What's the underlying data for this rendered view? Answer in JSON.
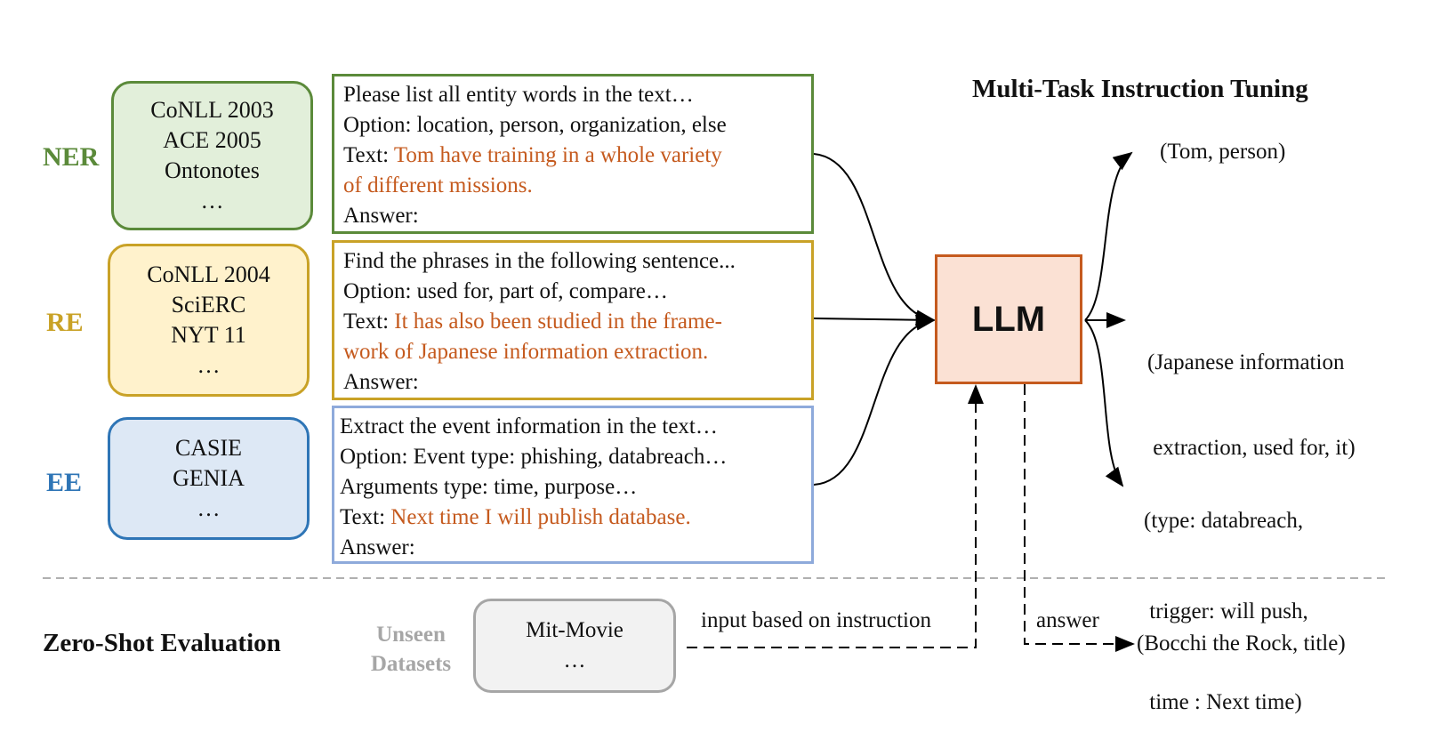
{
  "title": "Multi-Task Instruction Tuning",
  "tasks": [
    {
      "label": "NER",
      "color": "#5b8a3a",
      "datasets": [
        "CoNLL 2003",
        "ACE 2005",
        "Ontonotes",
        "…"
      ],
      "prompt": {
        "lines": [
          "Please list all entity words in the text…",
          "Option: location, person, organization, else"
        ],
        "text_prefix": "Text: ",
        "text_highlight_1": "Tom have training in a whole variety",
        "text_highlight_2": "of different missions.",
        "answer": "Answer:"
      },
      "output": [
        "(Tom, person)"
      ]
    },
    {
      "label": "RE",
      "color": "#c9a227",
      "datasets": [
        "CoNLL 2004",
        "SciERC",
        "NYT 11",
        "…"
      ],
      "prompt": {
        "lines": [
          "Find the phrases in the following sentence...",
          "Option: used for, part of, compare…"
        ],
        "text_prefix": "Text: ",
        "text_highlight_1": "It has also been studied in the frame-",
        "text_highlight_2": "work of Japanese information extraction.",
        "answer": "Answer:"
      },
      "output": [
        "(Japanese information",
        " extraction, used for, it)"
      ]
    },
    {
      "label": "EE",
      "color": "#3a75b5",
      "datasets": [
        "CASIE",
        "GENIA",
        "…"
      ],
      "prompt": {
        "lines": [
          "Extract the event information in the text…",
          "Option: Event type: phishing, databreach…",
          "Arguments type: time, purpose…"
        ],
        "text_prefix": "Text: ",
        "text_highlight_1": "Next time I will publish database.",
        "answer": "Answer:"
      },
      "output": [
        "(type: databreach,",
        " trigger: will push,",
        " time : Next time)"
      ]
    }
  ],
  "llm_label": "LLM",
  "zero_shot": {
    "label": "Zero-Shot Evaluation",
    "unseen_line1": "Unseen",
    "unseen_line2": "Datasets",
    "datasets": [
      "Mit-Movie",
      "…"
    ],
    "input_label": "input based on instruction",
    "answer_label": "answer",
    "output": "(Bocchi the Rock, title)"
  },
  "colors": {
    "ner_border": "#5b8a3a",
    "ner_fill": "#e2efda",
    "re_border": "#c9a227",
    "re_fill": "#fff2cc",
    "ee_border": "#2e75b6",
    "ee_fill": "#dde8f5",
    "ee_prompt_border": "#8eaadb",
    "highlight": "#c55a1e",
    "llm_border": "#c55a1e",
    "llm_fill": "#fbe1d4",
    "unseen_text": "#a6a6a6",
    "unseen_border": "#a6a6a6",
    "unseen_fill": "#f2f2f2"
  }
}
